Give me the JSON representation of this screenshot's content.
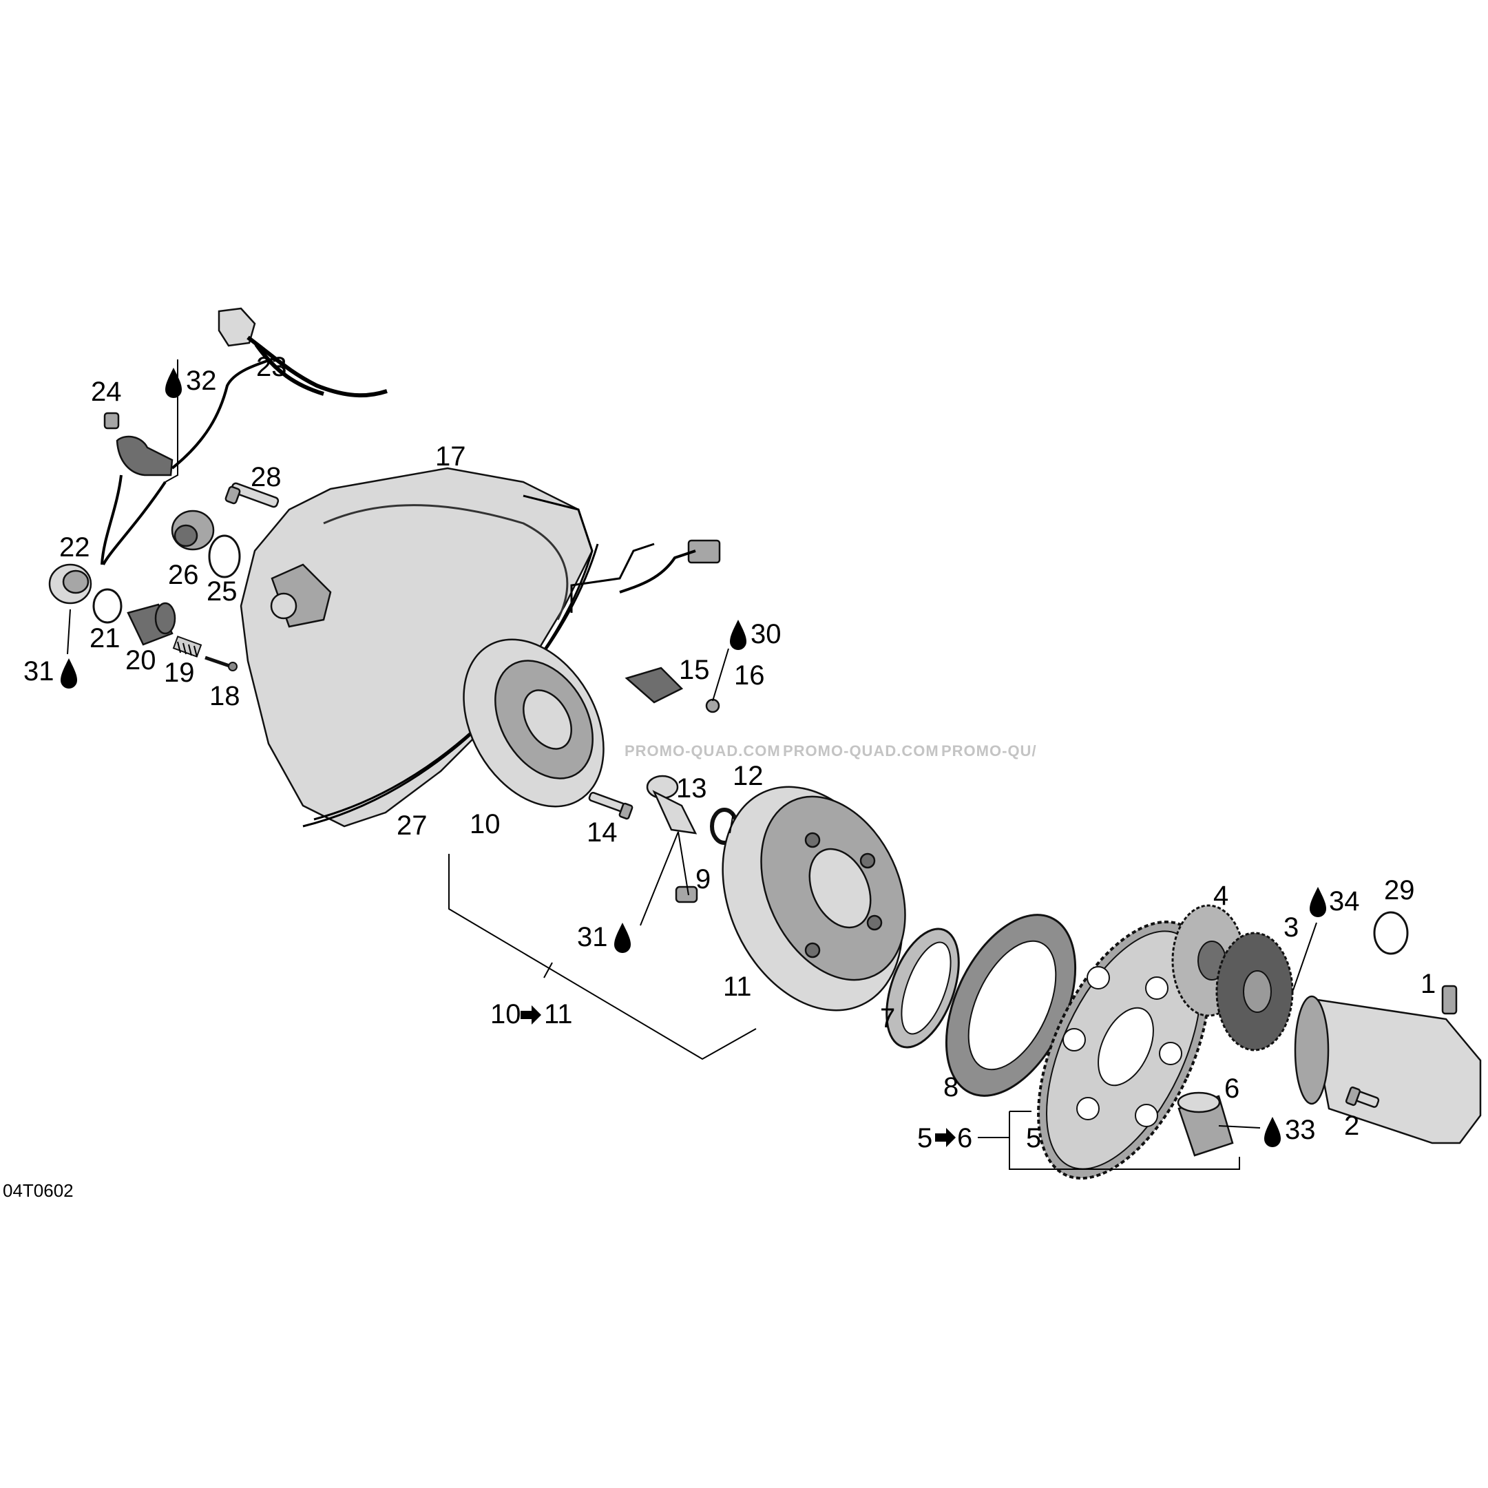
{
  "figure_code": "04T0602",
  "watermark": "PROMO-QUAD.COM",
  "watermark_cut": "PROMO-QU/",
  "callouts": {
    "c1": "1",
    "c2": "2",
    "c3": "3",
    "c4": "4",
    "c5": "5",
    "c6": "6",
    "c7": "7",
    "c8": "8",
    "c9": "9",
    "c10": "10",
    "c11": "11",
    "c12": "12",
    "c13": "13",
    "c14": "14",
    "c15": "15",
    "c16": "16",
    "c17": "17",
    "c18": "18",
    "c19": "19",
    "c20": "20",
    "c21": "21",
    "c22": "22",
    "c23": "23",
    "c24": "24",
    "c25": "25",
    "c26": "26",
    "c27": "27",
    "c28": "28",
    "c29": "29",
    "c30": "30",
    "c31a": "31",
    "c31b": "31",
    "c32": "32",
    "c33": "33",
    "c34": "34",
    "k10a": "10",
    "k10b": "11",
    "k5a": "5",
    "k5b": "6"
  }
}
